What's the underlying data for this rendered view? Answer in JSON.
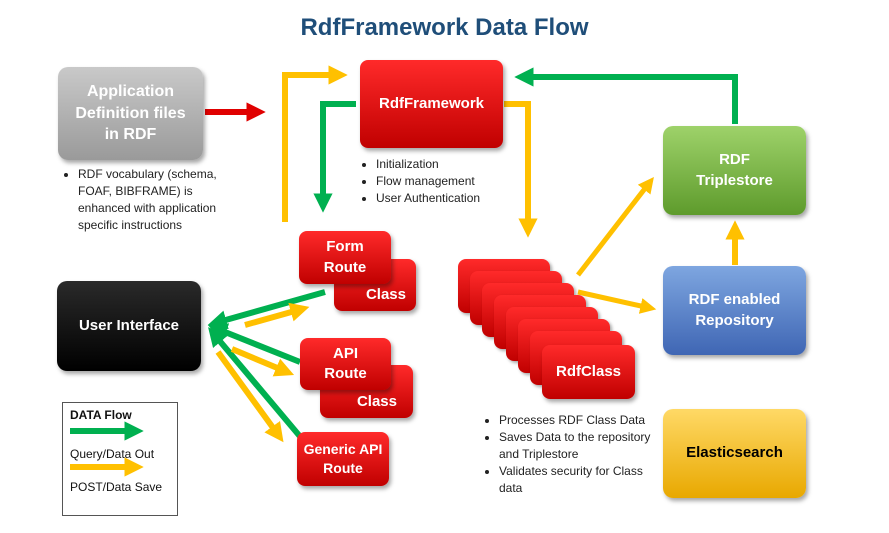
{
  "title": "RdfFramework Data Flow",
  "nodes": {
    "app_def": "Application Definition files in RDF",
    "rdf_framework": "RdfFramework",
    "rdf_triplestore": "RDF Triplestore",
    "rdf_repository": "RDF enabled Repository",
    "user_interface": "User Interface",
    "elasticsearch": "Elasticsearch",
    "form_route": "Form Route",
    "form_class": "Class",
    "api_route": "API Route",
    "api_class": "Class",
    "generic_api_route": "Generic API Route",
    "rdf_class": "RdfClass"
  },
  "notes": {
    "app_def": [
      "RDF vocabulary (schema, FOAF, BIBFRAME) is enhanced with application specific instructions"
    ],
    "framework": [
      "Initialization",
      "Flow management",
      "User Authentication"
    ],
    "rdf_class": [
      "Processes RDF Class Data",
      "Saves Data to the repository and Triplestore",
      "Validates security for Class data"
    ]
  },
  "legend": {
    "title": "DATA Flow",
    "query": "Query/Data Out",
    "post": "POST/Data Save"
  },
  "colors": {
    "green_arrow": "#00b050",
    "yellow_arrow": "#ffc000",
    "red_arrow": "#e00000",
    "title": "#1f4e79"
  }
}
